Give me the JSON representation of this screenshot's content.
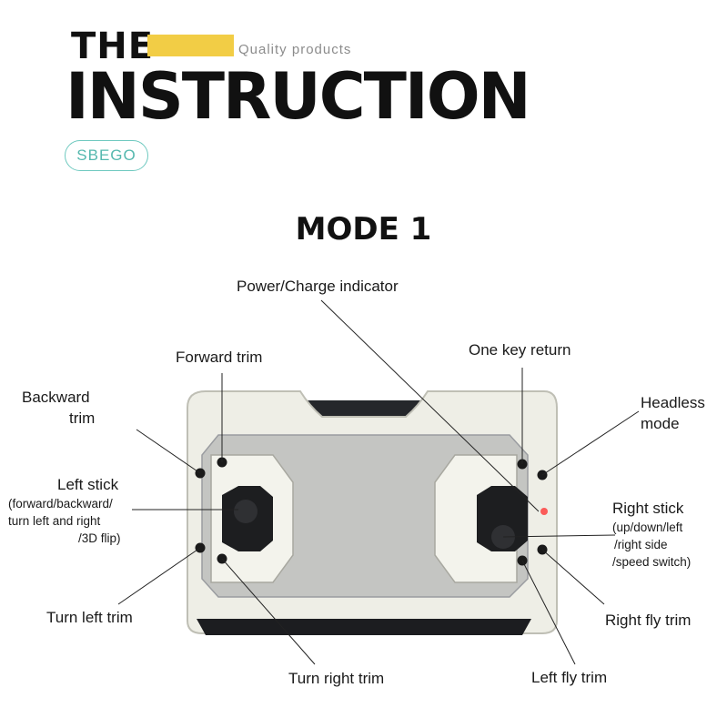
{
  "header": {
    "the": "THE",
    "tagline": "Quality products",
    "title": "INSTRUCTION",
    "brand": "SBEGO"
  },
  "mode_title": "MODE 1",
  "labels": {
    "power_indicator": "Power/Charge indicator",
    "forward_trim": "Forward trim",
    "one_key_return": "One key return",
    "backward_trim_1": "Backward",
    "backward_trim_2": "trim",
    "headless_1": "Headless",
    "headless_2": "mode",
    "left_stick": "Left stick",
    "left_stick_d1": "(forward/backward/",
    "left_stick_d2": "turn left and right",
    "left_stick_d3": "/3D flip)",
    "right_stick": "Right stick",
    "right_stick_d1": "(up/down/left",
    "right_stick_d2": "/right side",
    "right_stick_d3": "/speed switch)",
    "turn_left_trim": "Turn left trim",
    "right_fly_trim": "Right fly trim",
    "turn_right_trim": "Turn right trim",
    "left_fly_trim": "Left fly trim"
  },
  "colors": {
    "accent_yellow": "#f2cd45",
    "brand_teal": "#55b8ae",
    "controller_body": "#eeeee6",
    "drone_dark": "#2b2d31",
    "indicator_red": "#ff2a2a"
  }
}
